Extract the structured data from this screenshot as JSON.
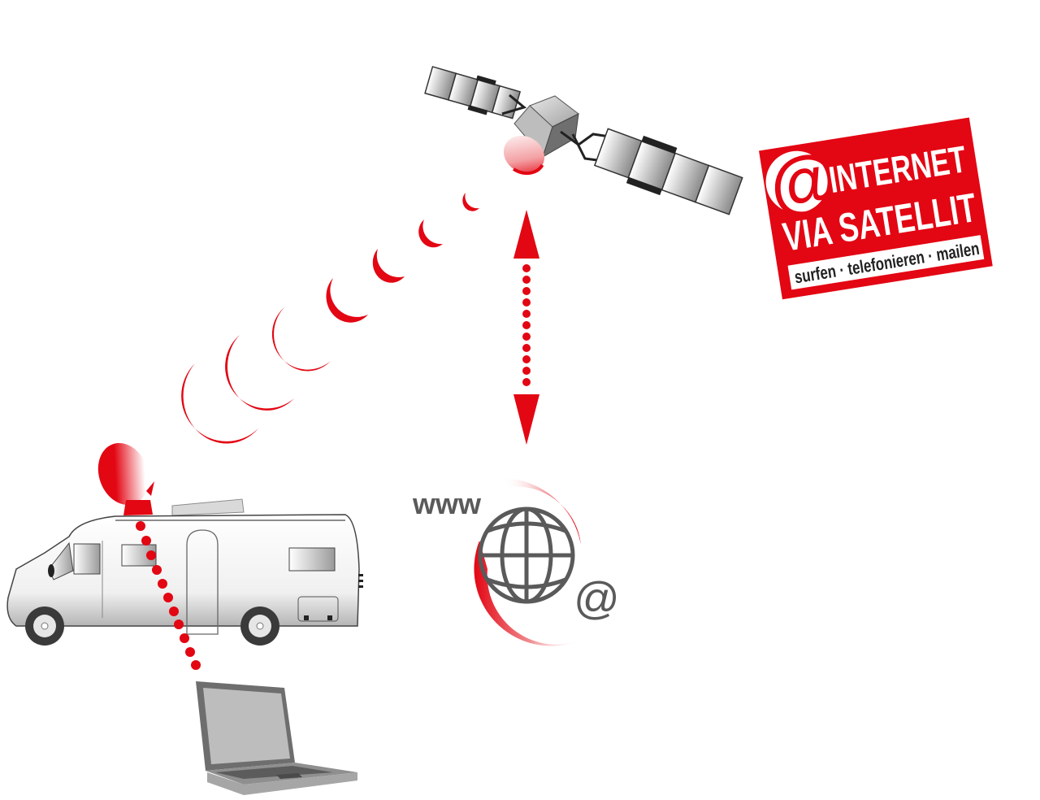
{
  "diagram": {
    "title": "Internet via Satellit",
    "colors": {
      "accent_red": "#e30613",
      "gray_dark": "#5a5a5a",
      "gray_mid": "#8c8c8c",
      "gray_light": "#d9d9d9",
      "background": "#ffffff"
    },
    "badge": {
      "at_symbol": "@",
      "line1": "INTERNET",
      "line2": "VIA SATELLIT",
      "tagline": "surfen · telefonieren · mailen"
    },
    "globe_label": {
      "www": "www",
      "at": "@"
    },
    "nodes": [
      {
        "id": "satellite",
        "label": "satellite"
      },
      {
        "id": "camper",
        "label": "motorhome with satellite dish"
      },
      {
        "id": "laptop",
        "label": "laptop"
      },
      {
        "id": "internet",
        "label": "internet globe"
      }
    ],
    "links": [
      {
        "from": "camper",
        "to": "satellite",
        "style": "signal-waves",
        "count": 8
      },
      {
        "from": "satellite",
        "to": "internet",
        "style": "dotted-double-arrow"
      },
      {
        "from": "camper",
        "to": "laptop",
        "style": "dotted-line"
      }
    ]
  }
}
